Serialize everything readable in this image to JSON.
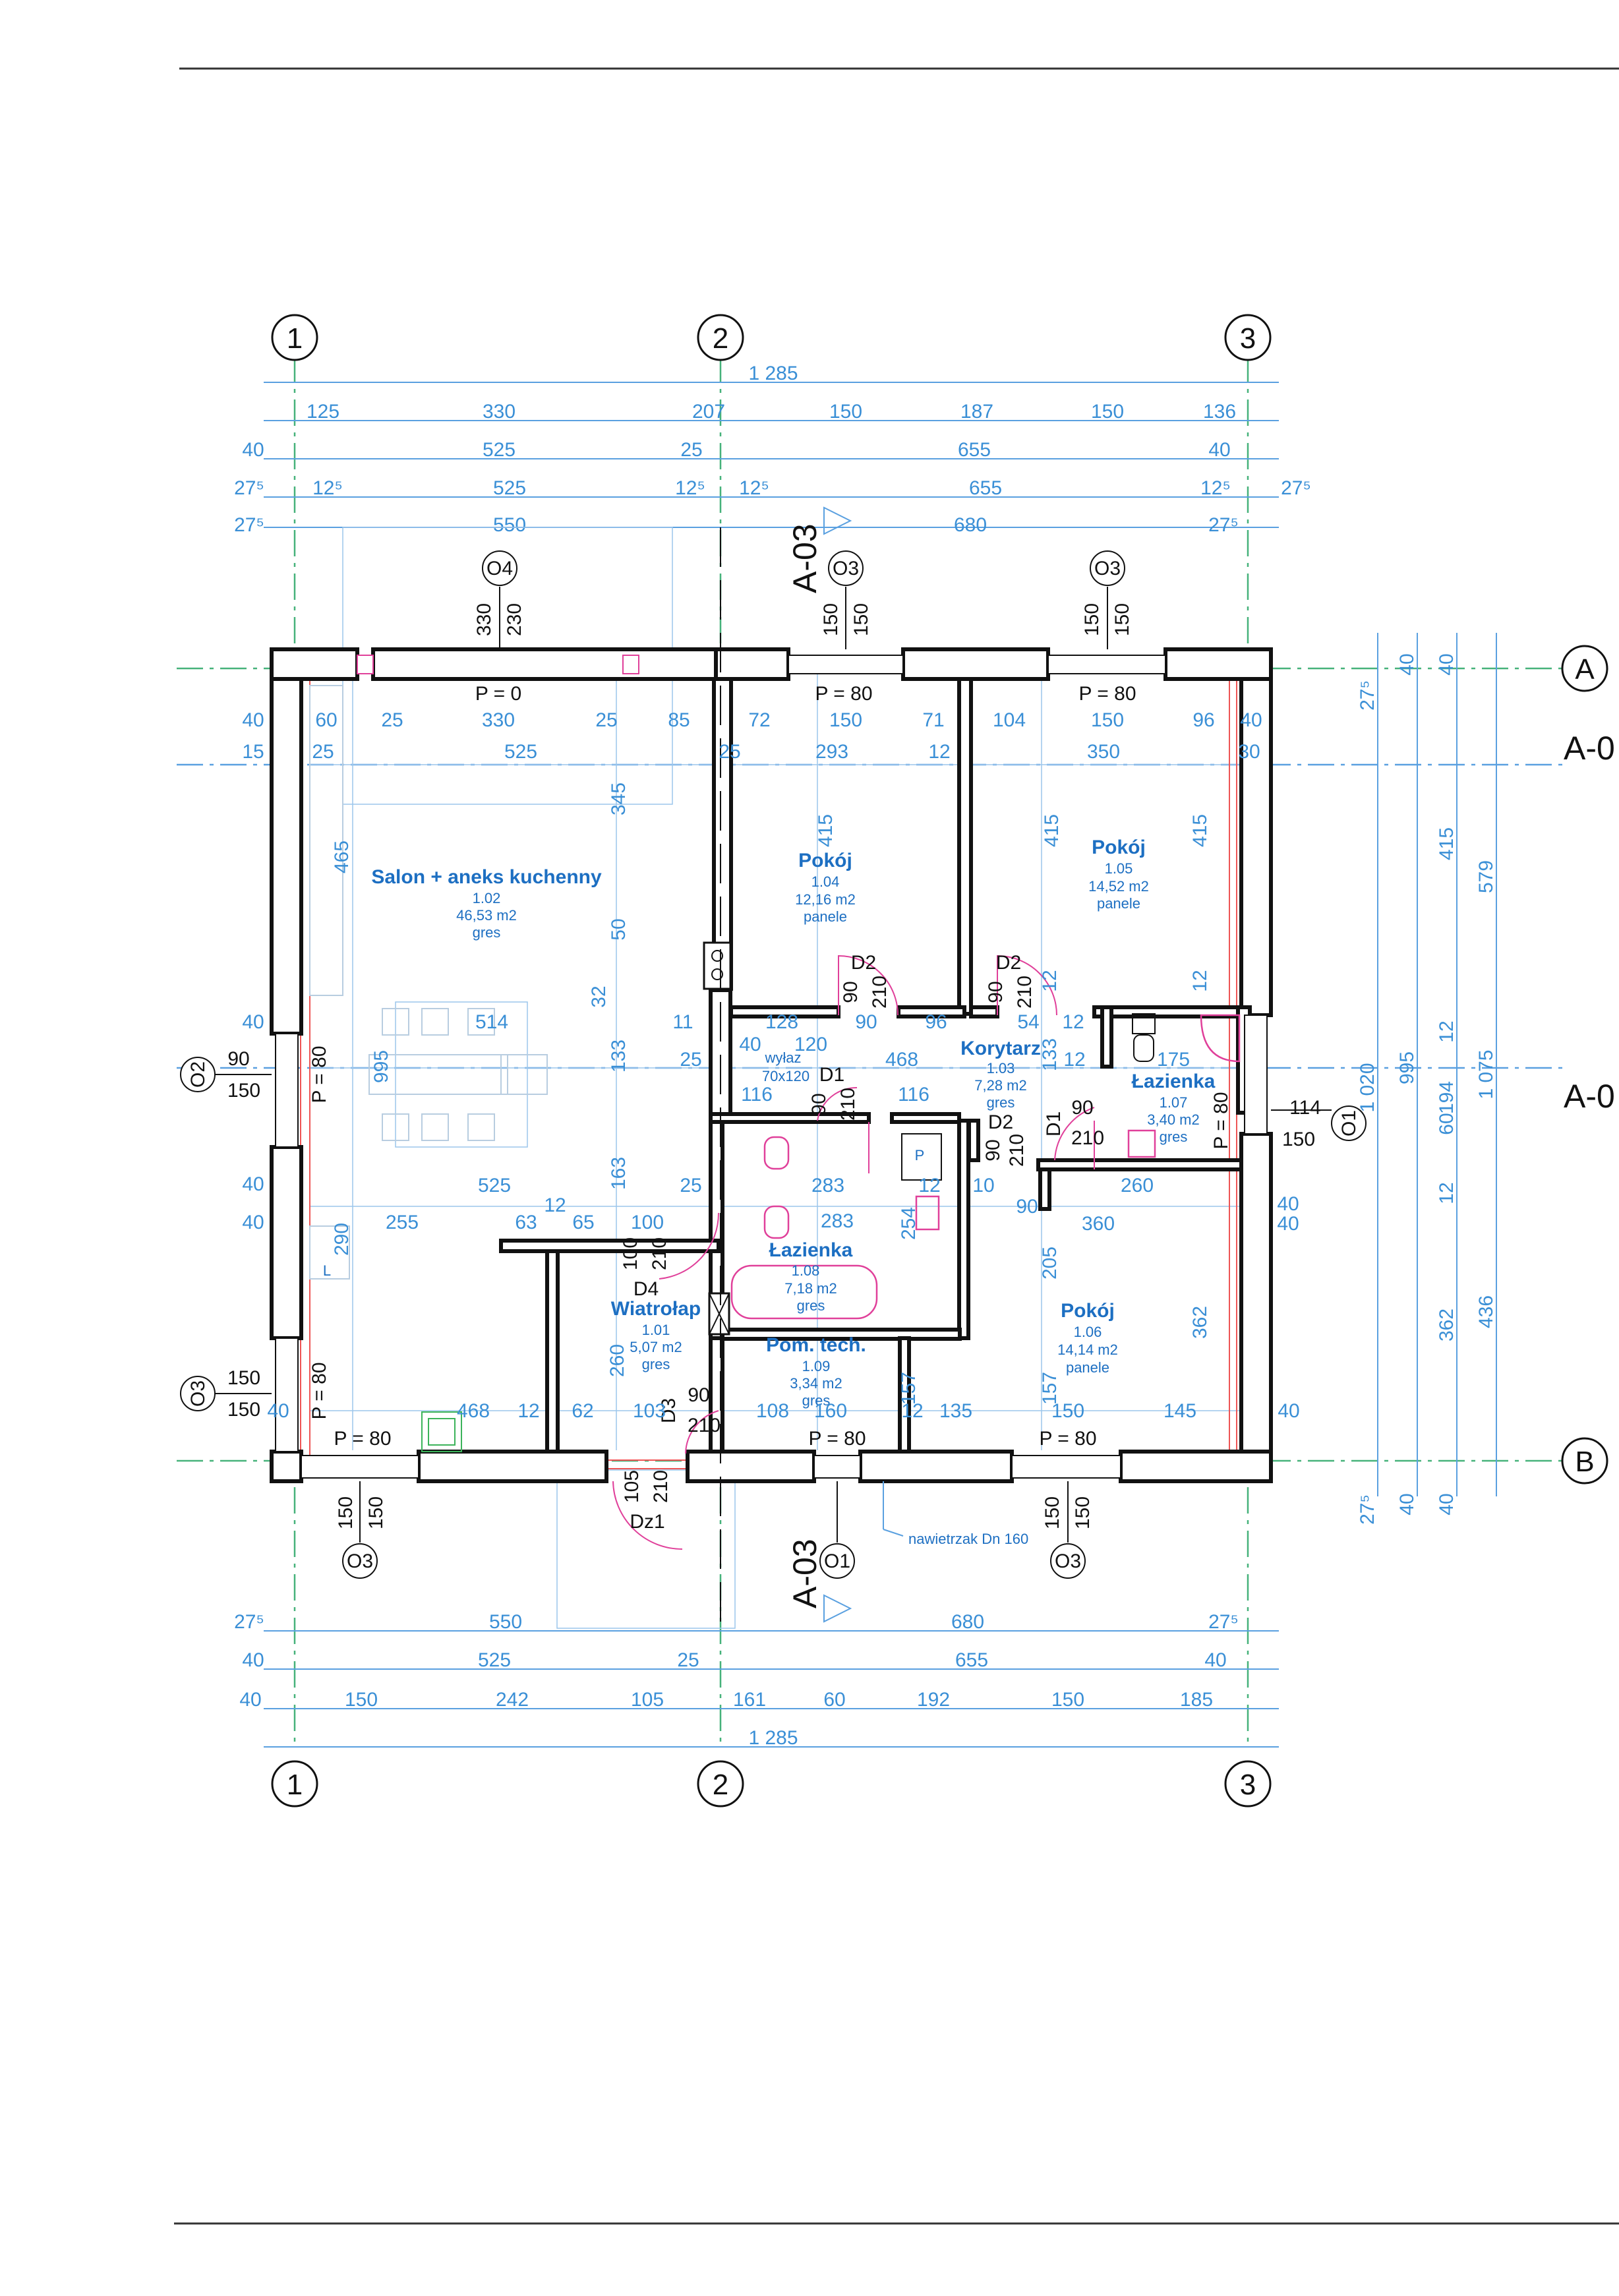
{
  "axes": {
    "vertical": [
      "1",
      "2",
      "3"
    ],
    "horizontal": [
      "A",
      "B"
    ]
  },
  "section_marks": {
    "top": "A-03",
    "bottom": "A-03",
    "right_top": "A-0",
    "right_mid": "A-0"
  },
  "dims_top": {
    "total": "1 285",
    "row1": [
      "125",
      "330",
      "207",
      "150",
      "187",
      "150",
      "136"
    ],
    "row2": [
      "40",
      "525",
      "25",
      "655",
      "40"
    ],
    "row3": [
      "27⁵",
      "12⁵",
      "525",
      "12⁵",
      "12⁵",
      "655",
      "12⁵",
      "27⁵"
    ],
    "row4": [
      "27⁵",
      "550",
      "680",
      "27⁵"
    ]
  },
  "dims_bottom": {
    "row1": [
      "27⁵",
      "550",
      "680",
      "27⁵"
    ],
    "row2": [
      "40",
      "525",
      "25",
      "655",
      "40"
    ],
    "row3": [
      "40",
      "150",
      "242",
      "105",
      "161",
      "60",
      "192",
      "150",
      "185"
    ],
    "total": "1 285"
  },
  "dims_right": [
    "27⁵",
    "40",
    "40",
    "415",
    "579",
    "995",
    "1 020",
    "1 075",
    "12",
    "194",
    "60",
    "12",
    "362",
    "436",
    "27⁵",
    "40",
    "40"
  ],
  "rooms": [
    {
      "name": "Salon + aneks kuchenny",
      "num": "1.02",
      "area": "46,53 m2",
      "floor": "gres"
    },
    {
      "name": "Pokój",
      "num": "1.04",
      "area": "12,16 m2",
      "floor": "panele"
    },
    {
      "name": "Pokój",
      "num": "1.05",
      "area": "14,52 m2",
      "floor": "panele"
    },
    {
      "name": "Korytarz",
      "num": "1.03",
      "area": "7,28 m2",
      "floor": "gres"
    },
    {
      "name": "Łazienka",
      "num": "1.07",
      "area": "3,40 m2",
      "floor": "gres"
    },
    {
      "name": "Łazienka",
      "num": "1.08",
      "area": "7,18 m2",
      "floor": "gres"
    },
    {
      "name": "Wiatrołap",
      "num": "1.01",
      "area": "5,07 m2",
      "floor": "gres"
    },
    {
      "name": "Pom. tech.",
      "num": "1.09",
      "area": "3,34 m2",
      "floor": "gres"
    },
    {
      "name": "Pokój",
      "num": "1.06",
      "area": "14,14 m2",
      "floor": "panele"
    }
  ],
  "windows": {
    "O4": "O4",
    "O3": "O3",
    "O2": "O2",
    "O1": "O1",
    "w330": "330",
    "w230": "230",
    "w150": "150",
    "w90": "90"
  },
  "sills": {
    "p0": "P = 0",
    "p80": "P = 80"
  },
  "doors": {
    "D1": "D1",
    "D2": "D2",
    "D3": "D3",
    "D4": "D4",
    "Dz1": "Dz1",
    "d90": "90",
    "d210": "210",
    "d100": "100",
    "d105": "105"
  },
  "labels": {
    "vent": "nawietrzak Dn 160",
    "wylaz": "wyłaz",
    "wylaz_size": "70x120",
    "p": "P",
    "l": "L"
  },
  "inner_dims": {
    "row_a1": [
      "40",
      "60",
      "25",
      "330",
      "25",
      "85",
      "72",
      "150",
      "71",
      "104",
      "150",
      "96",
      "40"
    ],
    "row_a2": [
      "15",
      "25",
      "525",
      "25",
      "293",
      "12",
      "350",
      "30"
    ],
    "mid": [
      "514",
      "11",
      "128",
      "90",
      "96",
      "54",
      "12",
      "175",
      "40",
      "25",
      "40",
      "120",
      "468",
      "12",
      "114",
      "116"
    ],
    "lower": [
      "525",
      "25",
      "283",
      "12",
      "260",
      "283",
      "254",
      "10",
      "90",
      "360",
      "40",
      "40"
    ],
    "left": [
      "40",
      "90",
      "150",
      "40",
      "40",
      "290",
      "255",
      "63",
      "65",
      "100",
      "12"
    ],
    "bot": [
      "150",
      "40",
      "468",
      "12",
      "62",
      "103",
      "108",
      "160",
      "12",
      "135",
      "150",
      "145",
      "40"
    ],
    "vert": [
      "465",
      "345",
      "50",
      "32",
      "133",
      "163",
      "995",
      "415",
      "415",
      "415",
      "205",
      "157",
      "362",
      "260",
      "157",
      "133",
      "12",
      "12"
    ]
  }
}
